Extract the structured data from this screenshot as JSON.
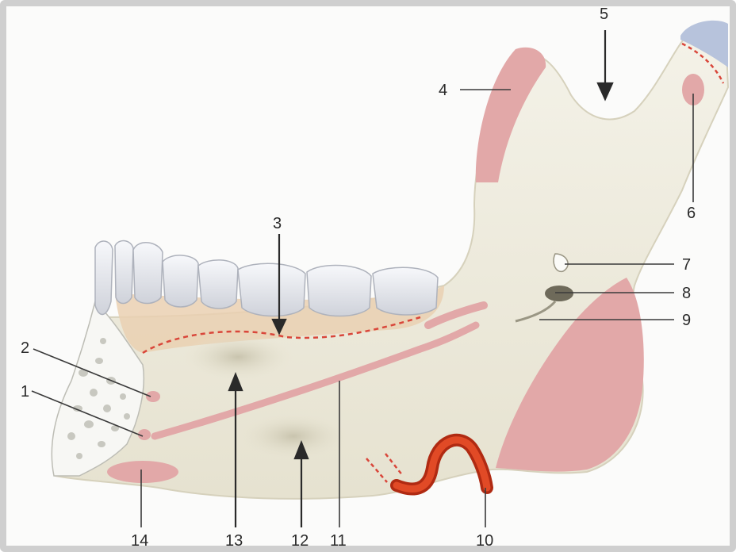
{
  "labels": [
    {
      "id": "1",
      "text": "1"
    },
    {
      "id": "2",
      "text": "2"
    },
    {
      "id": "3",
      "text": "3"
    },
    {
      "id": "4",
      "text": "4"
    },
    {
      "id": "5",
      "text": "5"
    },
    {
      "id": "6",
      "text": "6"
    },
    {
      "id": "7",
      "text": "7"
    },
    {
      "id": "8",
      "text": "8"
    },
    {
      "id": "9",
      "text": "9"
    },
    {
      "id": "10",
      "text": "10"
    },
    {
      "id": "11",
      "text": "11"
    },
    {
      "id": "12",
      "text": "12"
    },
    {
      "id": "13",
      "text": "13"
    },
    {
      "id": "14",
      "text": "14"
    }
  ],
  "colors": {
    "bone": "#f1efe2",
    "bone_shade": "#dcd8c6",
    "muscle_attachment": "#e2a8a8",
    "tooth": "#eceef2",
    "gum": "#e8c9a8",
    "artery": "#d63a1c",
    "condyle_cartilage": "#b7c3dc",
    "dashed_line": "#d9463a"
  }
}
